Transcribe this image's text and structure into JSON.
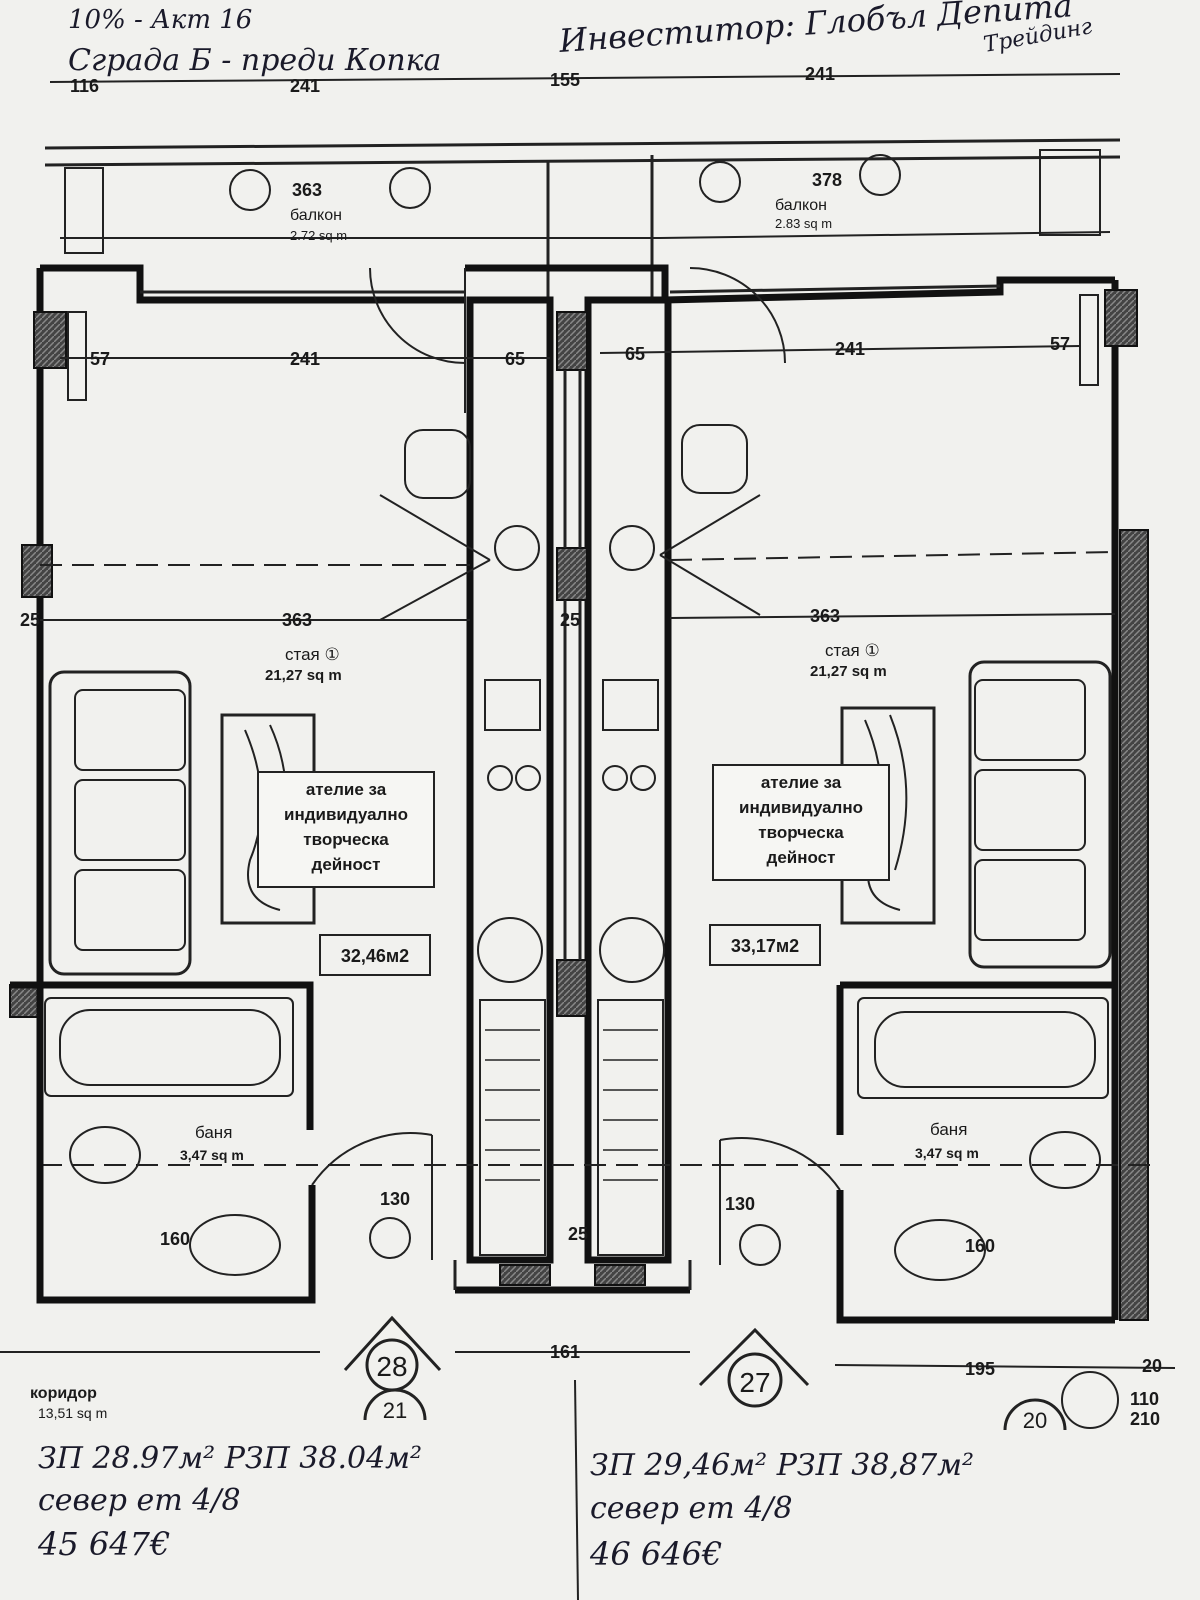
{
  "notes": {
    "top_left_1": "10% - Акт 16",
    "top_left_2": "Сграда Б - преди Копка",
    "top_right": "Инвеститор: Глобъл Депита",
    "top_right_2": "Трейдинг",
    "left": {
      "areas": "ЗП 28.97м² РЗП 38.04м²",
      "orientation": "север ет 4/8",
      "price": "45 647€"
    },
    "right": {
      "areas": "ЗП 29,46м² РЗП 38,87м²",
      "orientation": "север ет 4/8",
      "price": "46 646€"
    }
  },
  "rooms": {
    "balcony_left": {
      "name": "балкон",
      "area": "2.72 sq m"
    },
    "balcony_right": {
      "name": "балкон",
      "area": "2.83 sq m"
    },
    "room_left": {
      "name": "стая ①",
      "area": "21,27 sq m"
    },
    "room_right": {
      "name": "стая ①",
      "area": "21,27 sq m"
    },
    "bath_left": {
      "name": "баня",
      "area": "3,47 sq m"
    },
    "bath_right": {
      "name": "баня",
      "area": "3,47 sq m"
    },
    "corridor": {
      "name": "коридор",
      "area": "13,51 sq m"
    }
  },
  "labels": {
    "function_left": [
      "ателие за",
      "индивидуално",
      "творческа",
      "дейност"
    ],
    "function_right": [
      "ателие за",
      "индивидуално",
      "творческа",
      "дейност"
    ]
  },
  "areas": {
    "left": "32,46м2",
    "right": "33,17м2"
  },
  "units": {
    "left": "28",
    "right": "27",
    "below_left": "21",
    "below_right": "20"
  },
  "dims": {
    "top_1": "116",
    "top_2": "241",
    "top_3": "155",
    "top_4": "241",
    "balcony_left": "363",
    "balcony_right": "378",
    "room_left_57": "57",
    "room_left_241": "241",
    "corr_65_left": "65",
    "corr_65_right": "65",
    "room_right_241": "241",
    "room_right_57": "57",
    "room_width_left": "363",
    "room_width_right": "363",
    "wall_25": "25",
    "bath_160": "160",
    "door_130": "130",
    "bottom_161": "161",
    "bottom_195": "195",
    "bottom_20": "20",
    "door_110": "110",
    "door_210": "210"
  }
}
